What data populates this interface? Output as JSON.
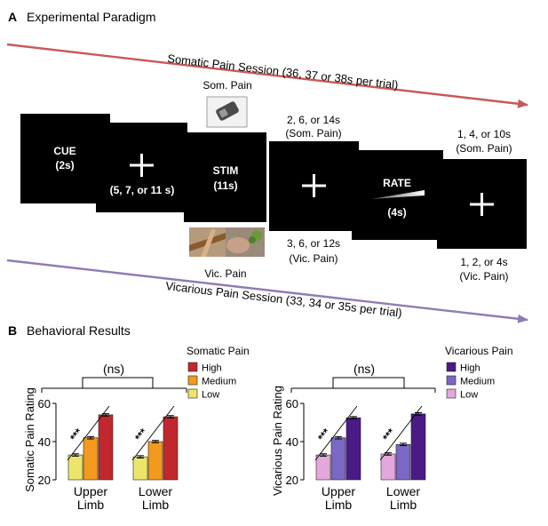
{
  "panel_a": {
    "letter": "A",
    "title": "Experimental Paradigm",
    "somatic_session": "Somatic Pain Session (36, 37 or 38s per trial)",
    "vicarious_session": "Vicarious Pain Session (33, 34 or 35s per trial)",
    "session_colors": {
      "somatic": "#c8585a",
      "vicarious": "#8f7bb5"
    },
    "cue_label": "CUE",
    "cue_duration": "(2s)",
    "fix1_duration": "(5, 7, or 11 s)",
    "stim_label": "STIM",
    "stim_duration": "(11s)",
    "som_pain_label": "Som. Pain",
    "vic_pain_label": "Vic. Pain",
    "isi_som_1": "2, 6, or 14s",
    "isi_som_2": "(Som. Pain)",
    "isi_vic_1": "3, 6, or 12s",
    "isi_vic_2": "(Vic. Pain)",
    "rate_label": "RATE",
    "rate_duration": "(4s)",
    "iti_som_1": "1, 4, or 10s",
    "iti_som_2": "(Som. Pain)",
    "iti_vic_1": "1, 2, or 4s",
    "iti_vic_2": "(Vic. Pain)"
  },
  "panel_b": {
    "letter": "B",
    "title": "Behavioral Results",
    "ns_label": "(ns)",
    "sig_label": "***"
  },
  "chart_data": [
    {
      "type": "bar",
      "title": "",
      "ylabel": "Somatic Pain Rating",
      "xlabel": "",
      "ylim": [
        20,
        60
      ],
      "yticks": [
        20,
        40,
        60
      ],
      "categories": [
        "Upper\nLimb",
        "Lower\nLimb"
      ],
      "legend_title": "Somatic Pain",
      "legend_position": "top-right",
      "series": [
        {
          "name": "High",
          "color": "#c0282e",
          "values": [
            54,
            53
          ],
          "errors": [
            0.6,
            0.6
          ]
        },
        {
          "name": "Medium",
          "color": "#f29a1e",
          "values": [
            42,
            40
          ],
          "errors": [
            0.6,
            0.6
          ]
        },
        {
          "name": "Low",
          "color": "#ebe66a",
          "values": [
            33,
            32
          ],
          "errors": [
            0.6,
            0.6
          ]
        }
      ],
      "legend_order": [
        "High",
        "Medium",
        "Low"
      ],
      "draw_order": [
        "Low",
        "Medium",
        "High"
      ],
      "comparisons": {
        "within_limb": "***",
        "between_limbs": "(ns)"
      }
    },
    {
      "type": "bar",
      "title": "",
      "ylabel": "Vicarious Pain Rating",
      "xlabel": "",
      "ylim": [
        20,
        60
      ],
      "yticks": [
        20,
        40,
        60
      ],
      "categories": [
        "Upper\nLimb",
        "Lower\nLimb"
      ],
      "legend_title": "Vicarious Pain",
      "legend_position": "top-right",
      "series": [
        {
          "name": "High",
          "color": "#4a1a86",
          "values": [
            52.5,
            54.5
          ],
          "errors": [
            0.6,
            0.6
          ]
        },
        {
          "name": "Medium",
          "color": "#7b67c4",
          "values": [
            42,
            38.5
          ],
          "errors": [
            0.6,
            0.6
          ]
        },
        {
          "name": "Low",
          "color": "#e3a8db",
          "values": [
            33,
            33.5
          ],
          "errors": [
            0.6,
            0.6
          ]
        }
      ],
      "legend_order": [
        "High",
        "Medium",
        "Low"
      ],
      "draw_order": [
        "Low",
        "Medium",
        "High"
      ],
      "comparisons": {
        "within_limb": "***",
        "between_limbs": "(ns)"
      }
    }
  ]
}
